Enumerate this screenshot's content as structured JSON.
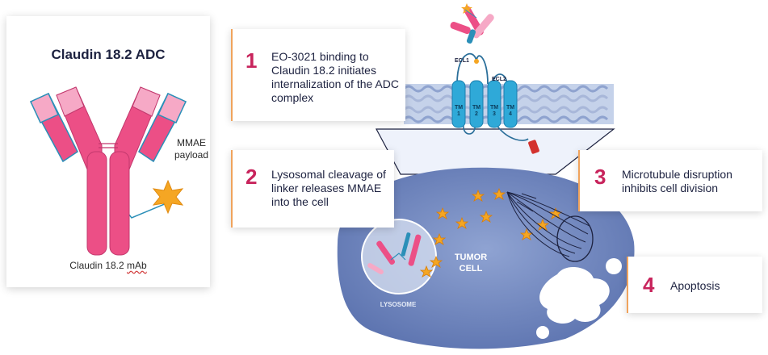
{
  "adc_panel": {
    "title": "Claudin 18.2 ADC",
    "payload_label_line1": "MMAE",
    "payload_label_line2": "payload",
    "mab_label_prefix": "Claudin 18.2 ",
    "mab_label_suffix": "mAb"
  },
  "steps": [
    {
      "number": "1",
      "text": "EO-3021 binding to Claudin 18.2 initiates internalization of the ADC complex"
    },
    {
      "number": "2",
      "text": "Lysosomal cleavage of linker releases MMAE into the cell"
    },
    {
      "number": "3",
      "text": "Microtubule disruption inhibits cell division"
    },
    {
      "number": "4",
      "text": "Apoptosis"
    }
  ],
  "scene": {
    "tumor_line1": "TUMOR",
    "tumor_line2": "CELL",
    "lysosome": "LYSOSOME",
    "ecl1": "ECL1",
    "ecl2": "ECL2",
    "tm": [
      {
        "label": "TM",
        "index": "1"
      },
      {
        "label": "TM",
        "index": "2"
      },
      {
        "label": "TM",
        "index": "3"
      },
      {
        "label": "TM",
        "index": "4"
      }
    ]
  },
  "colors": {
    "accent_number": "#c8245c",
    "card_border": "#f0a35c",
    "antibody_pink": "#ec4f86",
    "antibody_light": "#f6a9c6",
    "payload_orange": "#f5a623",
    "cell_blue": "#7f93c4",
    "tm_cyan": "#2fa9d8"
  }
}
